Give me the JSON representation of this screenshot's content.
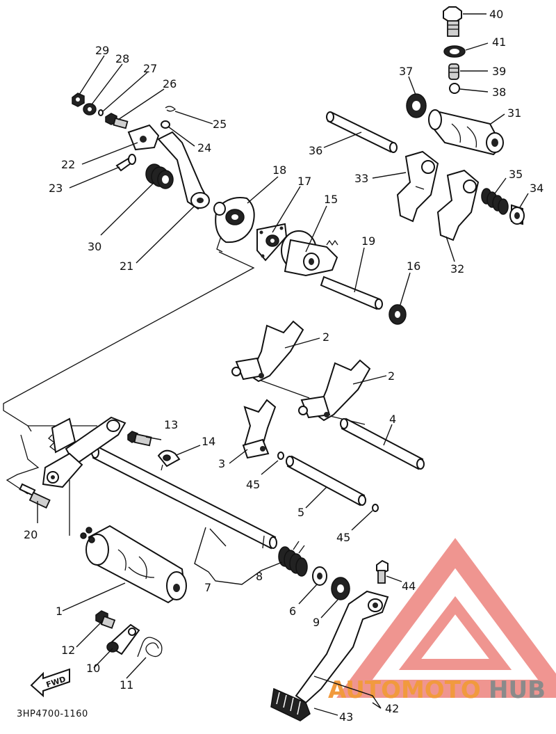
{
  "diagram_code": "3HP4700-1160",
  "fwd_arrow_label": "FWD",
  "watermark": {
    "word_a": "AUTOMOTO",
    "word_b": "HUB",
    "color_a": "#f19a3e",
    "color_b": "#8a8a8a",
    "logo_color": "#ee8a85"
  },
  "callouts": {
    "c1": "1",
    "c2a": "2",
    "c2b": "2",
    "c3": "3",
    "c4": "4",
    "c5": "5",
    "c6": "6",
    "c7": "7",
    "c8": "8",
    "c9": "9",
    "c10": "10",
    "c11": "11",
    "c12": "12",
    "c13": "13",
    "c14": "14",
    "c15": "15",
    "c16": "16",
    "c17": "17",
    "c18": "18",
    "c19": "19",
    "c20": "20",
    "c21": "21",
    "c22": "22",
    "c23": "23",
    "c24": "24",
    "c25": "25",
    "c26": "26",
    "c27": "27",
    "c28": "28",
    "c29": "29",
    "c30": "30",
    "c31": "31",
    "c32": "32",
    "c33": "33",
    "c34": "34",
    "c35": "35",
    "c36": "36",
    "c37": "37",
    "c38": "38",
    "c39": "39",
    "c40": "40",
    "c41": "41",
    "c42": "42",
    "c43": "43",
    "c44": "44",
    "c45a": "45",
    "c45b": "45"
  }
}
